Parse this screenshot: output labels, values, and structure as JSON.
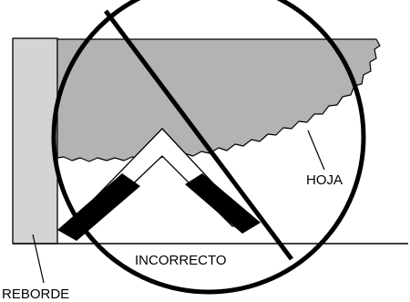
{
  "labels": {
    "blade": "HOJA",
    "fence": "REBORDE",
    "verdict": "INCORRECTO"
  },
  "colors": {
    "blade_fill": "#b3b3b3",
    "fence_fill": "#d4d4d4",
    "stroke": "#000000",
    "background": "#ffffff"
  }
}
